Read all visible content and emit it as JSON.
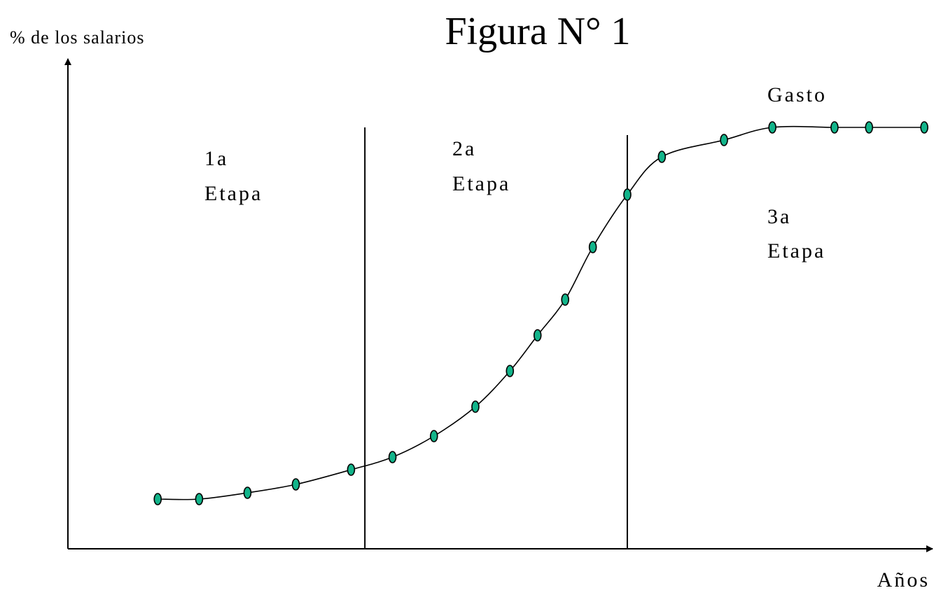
{
  "chart_data": {
    "type": "line",
    "title": "Figura N° 1",
    "ylabel": "% de los salarios",
    "xlabel": "Años",
    "series_label": "Gasto",
    "stages": [
      {
        "label_line1": "1a",
        "label_line2": "Etapa"
      },
      {
        "label_line1": "2a",
        "label_line2": "Etapa"
      },
      {
        "label_line1": "3a",
        "label_line2": "Etapa"
      }
    ],
    "stage_boundaries": [
      43,
      81
    ],
    "xlim": [
      0,
      125
    ],
    "ylim": [
      0,
      100
    ],
    "series": [
      {
        "x": [
          13,
          19,
          26,
          33,
          41,
          47,
          53,
          59,
          64,
          68,
          72,
          76,
          81,
          86,
          95,
          102,
          111,
          116,
          124
        ],
        "y": [
          11.5,
          11.5,
          13,
          15,
          18.5,
          21.5,
          26.5,
          33.5,
          42,
          50.5,
          59,
          71.5,
          84,
          93,
          97,
          100,
          100,
          100,
          100
        ]
      }
    ],
    "marker_color": "#12b48a",
    "grid": false,
    "legend": "none"
  }
}
